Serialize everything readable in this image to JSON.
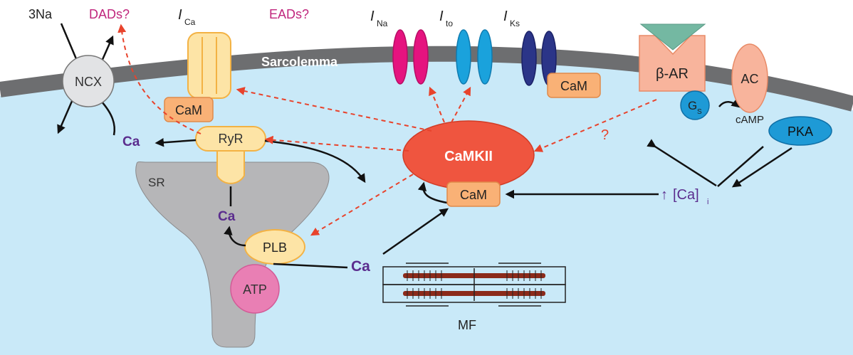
{
  "labels": {
    "three_na": "3Na",
    "dads": "DADs?",
    "eads": "EADs?",
    "ica_i": "I",
    "ica_sub": "Ca",
    "ina_i": "I",
    "ina_sub": "Na",
    "ito_i": "I",
    "ito_sub": "to",
    "iks_i": "I",
    "iks_sub": "Ks",
    "sarcolemma": "Sarcolemma",
    "ncx": "NCX",
    "cam_ica": "CaM",
    "cam_iks": "CaM",
    "cam_camkii": "CaM",
    "ryr": "RyR",
    "sr": "SR",
    "ca_left": "Ca",
    "ca_sr": "Ca",
    "ca_mid": "Ca",
    "plb": "PLB",
    "atp": "ATP",
    "camkii": "CaMKII",
    "beta_ar": "β-AR",
    "ac": "AC",
    "gs_g": "G",
    "gs_sub": "S",
    "camp": "cAMP",
    "pka": "PKA",
    "question": "?",
    "ca_i_arrow": "↑",
    "ca_i_text": "[Ca]",
    "ca_i_sub": "i",
    "mf": "MF"
  },
  "colors": {
    "cell_interior": "#c9e9f8",
    "membrane": "#6d6e70",
    "dashed_arrow": "#e8432c",
    "camkii": "#ef553f",
    "cam": "#f9b176",
    "magenta": "#c0267d",
    "purple": "#5b2d8e",
    "ina_channel": "#e5137f",
    "ito_channel": "#1aa2dc",
    "iks_channel": "#2b3588",
    "sr": "#b6b6b8",
    "ryr_ica": "#fde4a6",
    "atp": "#e97fb4",
    "ac": "#f8b49c",
    "pka": "#1e9ad6",
    "agonist": "#74b8a2",
    "myofilament": "#8b2a1a"
  }
}
